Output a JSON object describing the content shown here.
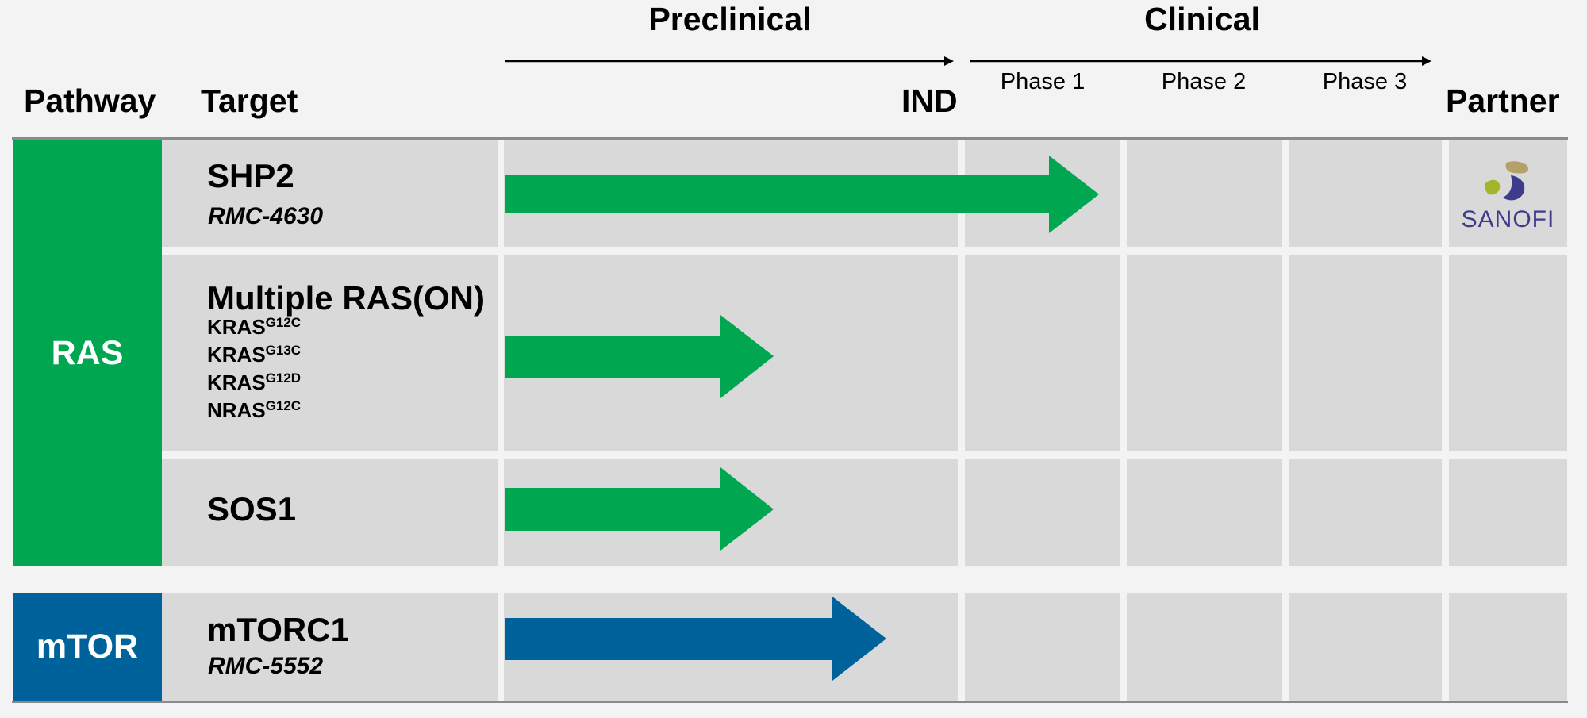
{
  "header": {
    "pathway": "Pathway",
    "target": "Target",
    "preclinical": "Preclinical",
    "clinical": "Clinical",
    "ind": "IND",
    "phase1": "Phase 1",
    "phase2": "Phase 2",
    "phase3": "Phase 3",
    "partner": "Partner"
  },
  "pathways": [
    {
      "label": "RAS",
      "color": "#00a650"
    },
    {
      "label": "mTOR",
      "color": "#00629b"
    }
  ],
  "rows": [
    {
      "target": "SHP2",
      "compound": "RMC-4630",
      "stage": "Phase 1",
      "partner": "SANOFI",
      "arrow_color": "#00a650"
    },
    {
      "target": "Multiple RAS(ON)",
      "variants": [
        {
          "base": "KRAS",
          "mut": "G12C"
        },
        {
          "base": "KRAS",
          "mut": "G13C"
        },
        {
          "base": "KRAS",
          "mut": "G12D"
        },
        {
          "base": "NRAS",
          "mut": "G12C"
        }
      ],
      "stage": "Preclinical",
      "arrow_color": "#00a650"
    },
    {
      "target": "SOS1",
      "stage": "Preclinical",
      "arrow_color": "#00a650"
    },
    {
      "target": "mTORC1",
      "compound": "RMC-5552",
      "stage": "Preclinical",
      "arrow_color": "#00629b"
    }
  ],
  "colors": {
    "ras_green": "#00a650",
    "mtor_blue": "#00629b",
    "cell_grey": "#d9d9d9",
    "background": "#f3f3f3",
    "sanofi_text": "#3d3c8c"
  },
  "icons": [
    "sanofi-logo"
  ]
}
